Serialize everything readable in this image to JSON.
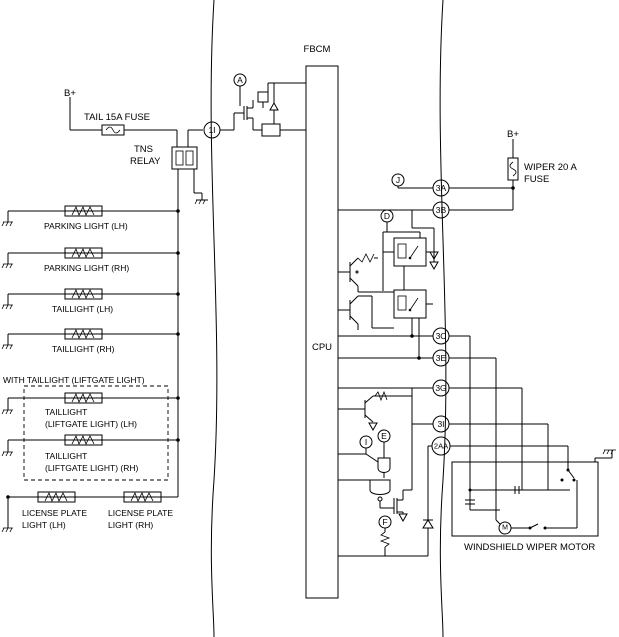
{
  "labels": {
    "fbcm": "FBCM",
    "cpu": "CPU",
    "b_plus_left": "B+",
    "b_plus_right": "B+",
    "tail_fuse": "TAIL 15A FUSE",
    "tns_relay_1": "TNS",
    "tns_relay_2": "RELAY",
    "wiper_fuse_1": "WIPER 20 A",
    "wiper_fuse_2": "FUSE",
    "parking_lh": "PARKING LIGHT (LH)",
    "parking_rh": "PARKING LIGHT (RH)",
    "taillight_lh": "TAILLIGHT (LH)",
    "taillight_rh": "TAILLIGHT (RH)",
    "with_taillight": "WITH TAILLIGHT (LIFTGATE LIGHT)",
    "tl_lg_lh_1": "TAILLIGHT",
    "tl_lg_lh_2": "(LIFTGATE LIGHT) (LH)",
    "tl_lg_rh_1": "TAILLIGHT",
    "tl_lg_rh_2": "(LIFTGATE LIGHT) (RH)",
    "lp_lh_1": "LICENSE PLATE",
    "lp_lh_2": "LIGHT (LH)",
    "lp_rh_1": "LICENSE PLATE",
    "lp_rh_2": "LIGHT (RH)",
    "wiper_motor": "WINDSHIELD WIPER MOTOR",
    "motor_symbol": "M"
  },
  "terminals": {
    "t1i": "1I",
    "t3a": "3A",
    "t3b": "3B",
    "t3c": "3C",
    "t3e": "3E",
    "t3g": "3G",
    "t3i": "3I",
    "t2aa": "2AA"
  },
  "callouts": {
    "a": "A",
    "d": "D",
    "e": "E",
    "f": "F",
    "i": "I",
    "j": "J"
  }
}
